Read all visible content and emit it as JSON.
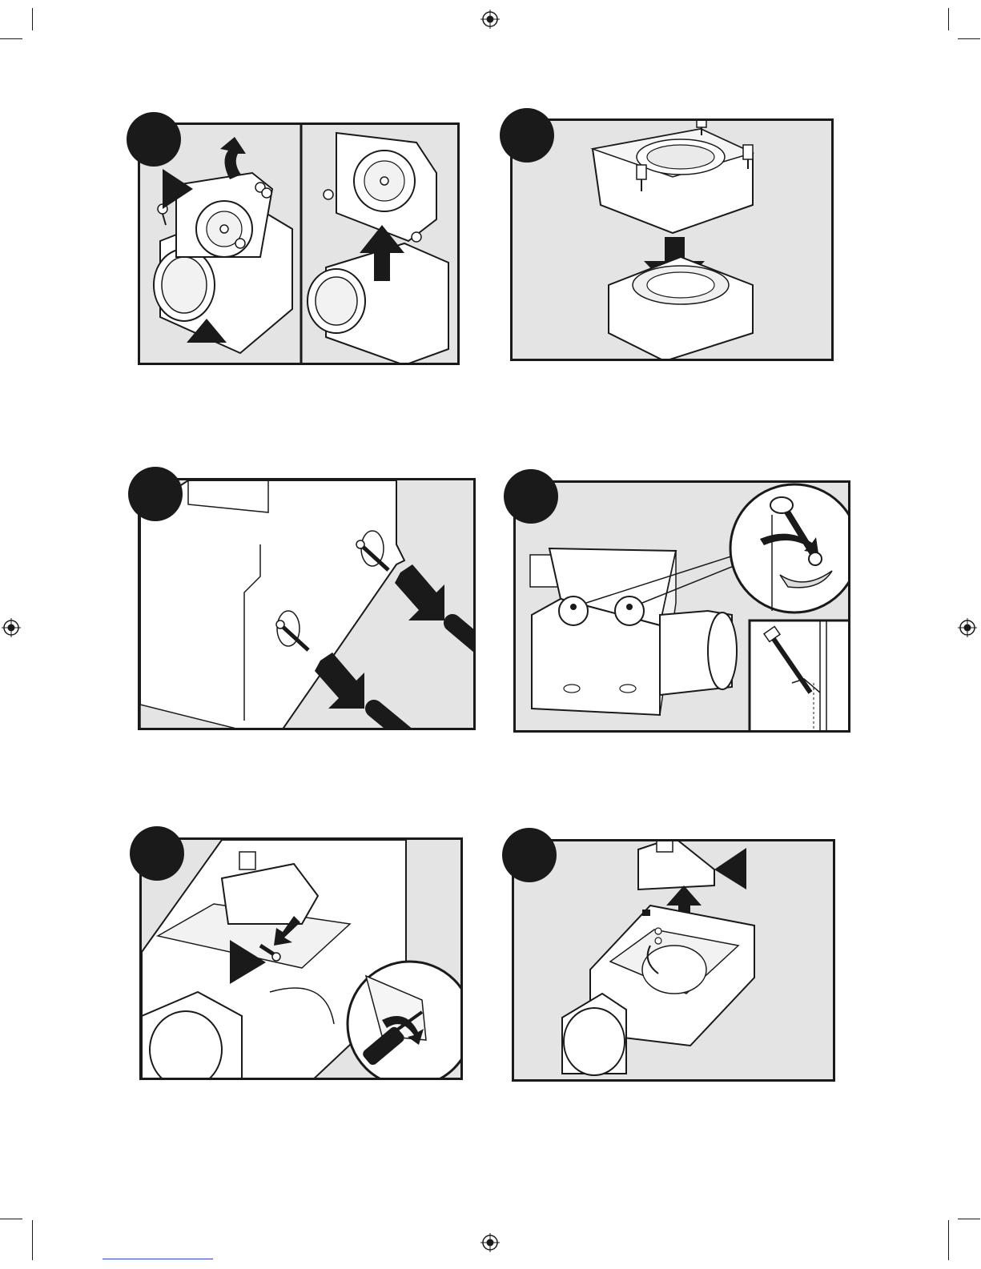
{
  "page": {
    "description_free": true,
    "colors": {
      "panel_fill": "#e4e4e4",
      "ink": "#1a1a1a",
      "paper": "#ffffff",
      "footer_link": "#3344cc"
    }
  },
  "steps": [
    {
      "id": "step-1",
      "icons": [
        "fan-housing-icon",
        "blower-wheel-icon",
        "screw-icon",
        "arrow-up-icon",
        "pointer-triangle-icon"
      ]
    },
    {
      "id": "step-2",
      "icons": [
        "blower-assembly-icon",
        "arrow-down-icon",
        "knob-screw-icon"
      ]
    },
    {
      "id": "step-3",
      "icons": [
        "housing-wall-icon",
        "screw-icon",
        "wall-anchor-icon",
        "arrow-down-icon"
      ]
    },
    {
      "id": "step-4",
      "icons": [
        "fan-housing-icon",
        "screwdriver-icon",
        "magnifier-detail-icon",
        "screw-cross-section-icon"
      ]
    },
    {
      "id": "step-5",
      "icons": [
        "junction-box-icon",
        "screw-icon",
        "pointer-triangle-icon",
        "screwdriver-icon"
      ]
    },
    {
      "id": "step-6",
      "icons": [
        "junction-box-icon",
        "arrow-up-icon",
        "pointer-triangle-icon",
        "fan-housing-icon"
      ]
    }
  ]
}
